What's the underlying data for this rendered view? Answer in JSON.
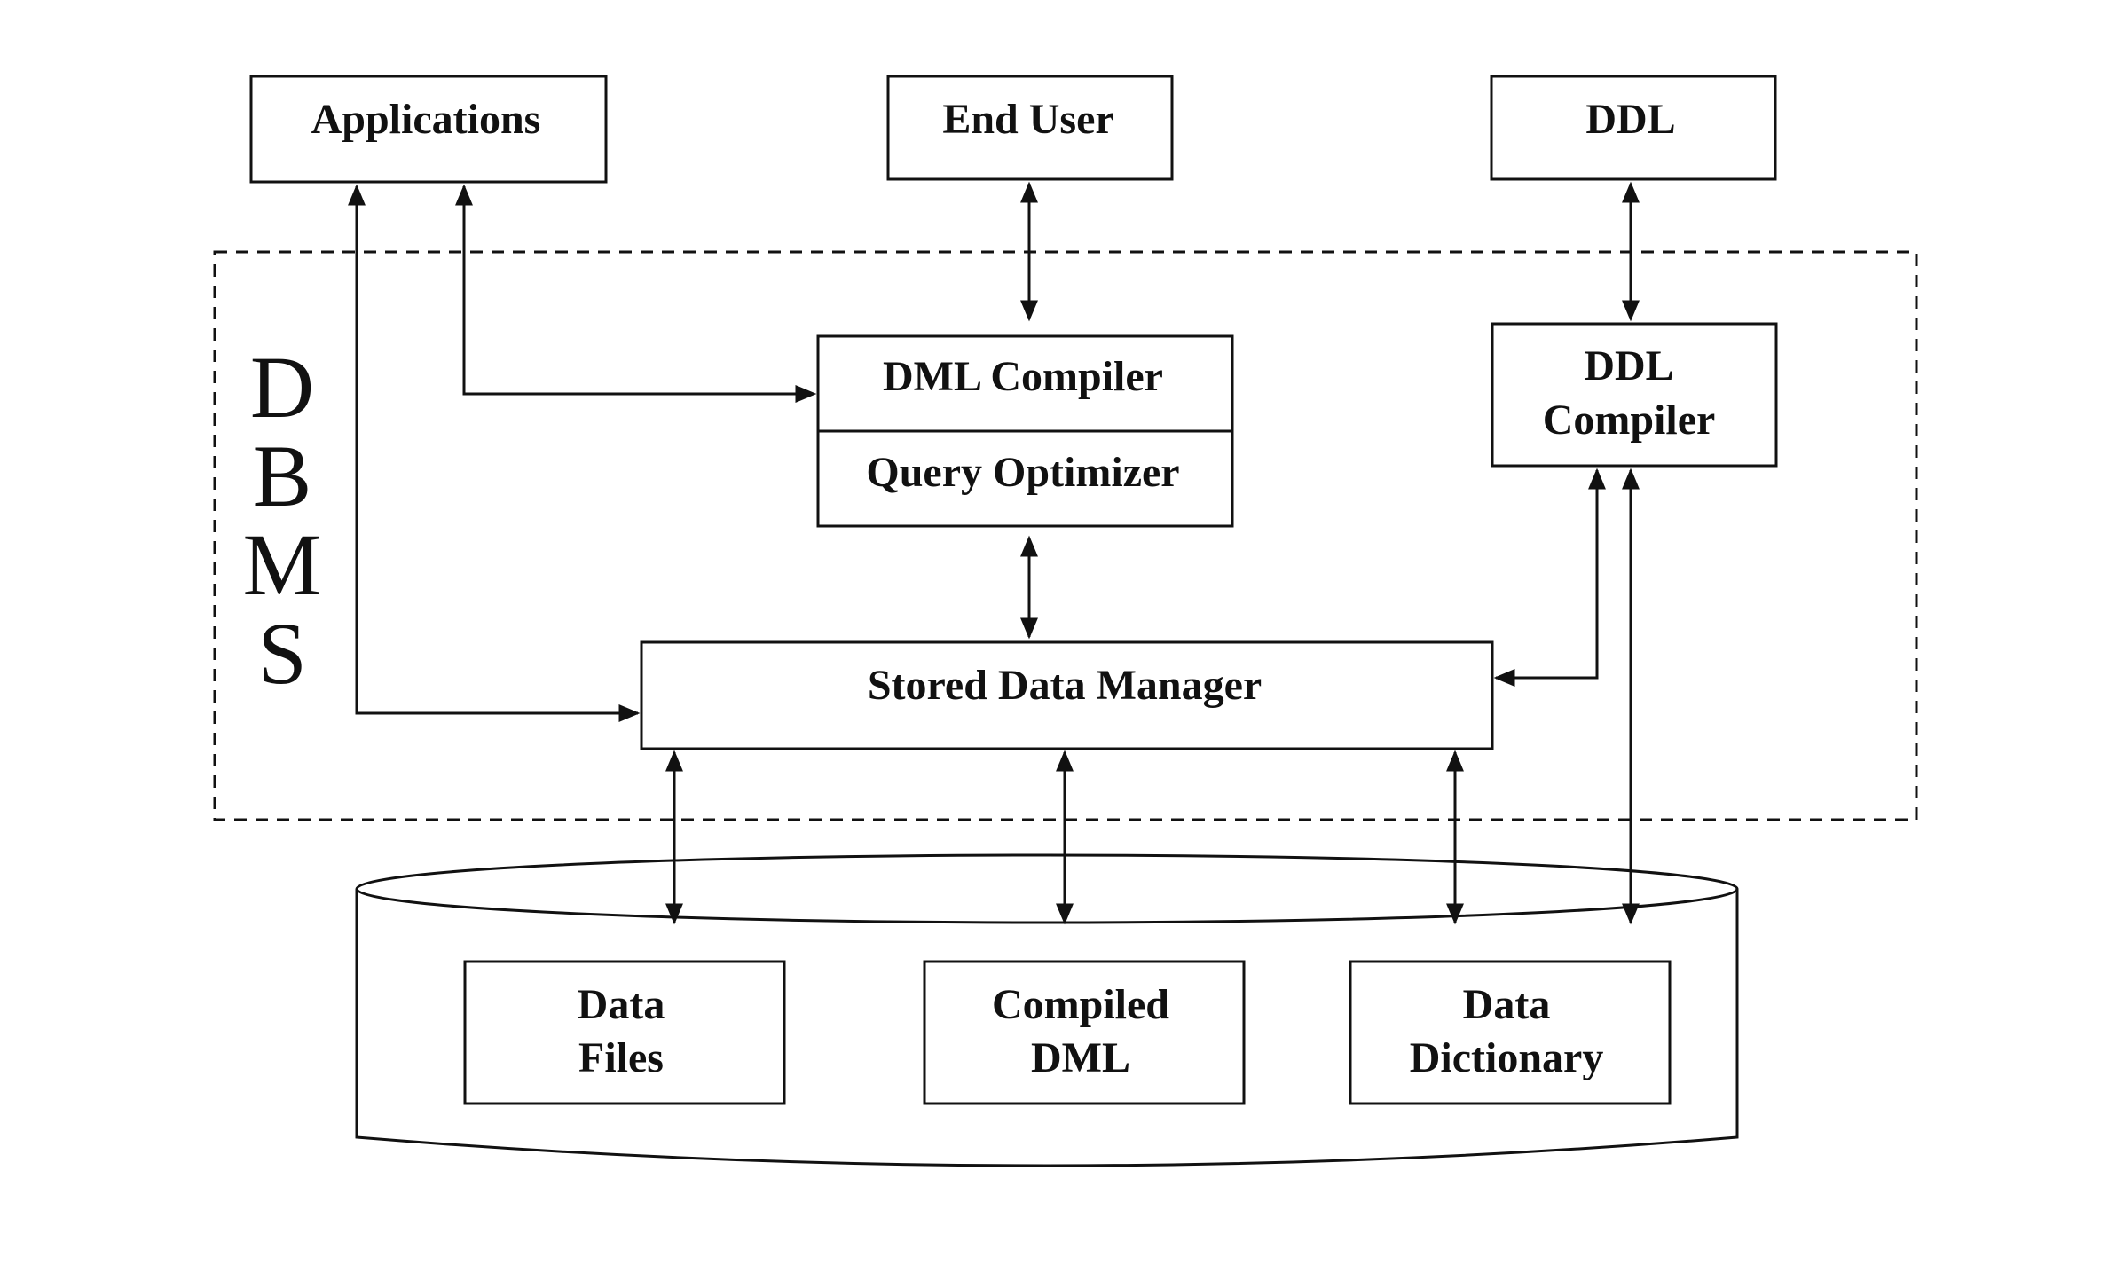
{
  "nodes": {
    "applications": "Applications",
    "end_user": "End User",
    "ddl": "DDL",
    "dml_compiler": "DML Compiler",
    "query_optimizer": "Query Optimizer",
    "ddl_compiler_line1": "DDL",
    "ddl_compiler_line2": "Compiler",
    "stored_data_manager": "Stored Data Manager",
    "data_files_line1": "Data",
    "data_files_line2": "Files",
    "compiled_dml_line1": "Compiled",
    "compiled_dml_line2": "DML",
    "data_dictionary_line1": "Data",
    "data_dictionary_line2": "Dictionary"
  },
  "dbms_label": {
    "letters": [
      "D",
      "B",
      "M",
      "S"
    ]
  },
  "colors": {
    "stroke": "#111111",
    "background": "#ffffff"
  }
}
